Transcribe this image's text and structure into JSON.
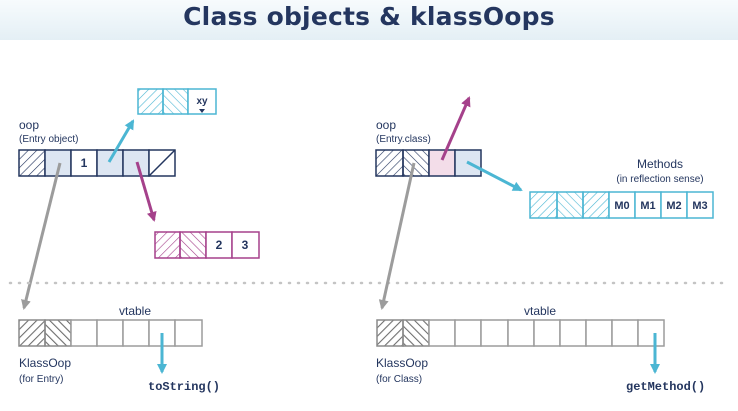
{
  "title": "Class objects & klassOops",
  "left": {
    "oop_label": "oop",
    "oop_sub": "(Entry object)",
    "oop_value": "1",
    "small_box_text": "xy",
    "bottom_values": [
      "2",
      "3"
    ],
    "vtable_label": "vtable",
    "klass_label": "KlassOop",
    "klass_sub": "(for Entry)",
    "method": "toString()"
  },
  "right": {
    "oop_label": "oop",
    "oop_sub": "(Entry.class)",
    "methods_label": "Methods",
    "methods_sub": "(in reflection sense)",
    "method_cells": [
      "M0",
      "M1",
      "M2",
      "M3"
    ],
    "vtable_label": "vtable",
    "klass_label": "KlassOop",
    "klass_sub": "(for Class)",
    "method": "getMethod()"
  },
  "colors": {
    "navy": "#24365f",
    "cyan": "#4bb6d3",
    "magenta": "#a5418b",
    "gray": "#9c9c9c",
    "light_blue_fill": "#dde6f2",
    "light_pink_fill": "#f3dde9"
  }
}
